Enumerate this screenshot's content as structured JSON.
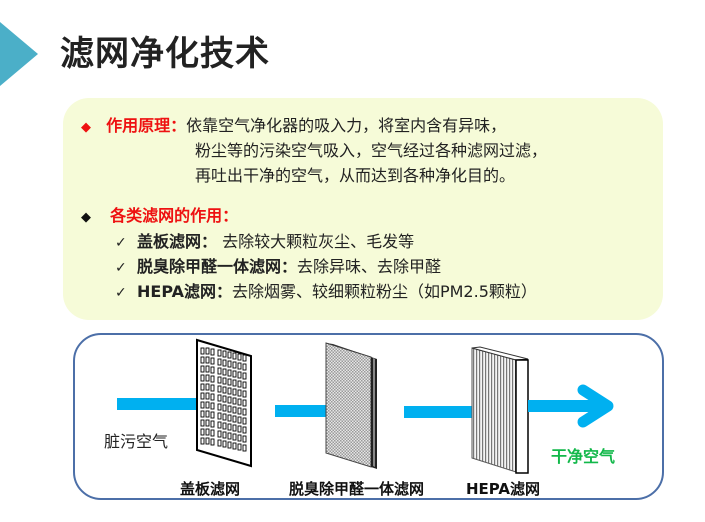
{
  "header": {
    "title": "滤网净化技术",
    "accent_color": "#4bafc8"
  },
  "principle": {
    "label": "作用原理：",
    "lines": [
      "依靠空气净化器的吸入力，将室内含有异味，",
      "粉尘等的污染空气吸入，空气经过各种滤网过滤，",
      "再吐出干净的空气，从而达到各种净化目的。"
    ]
  },
  "filters_section": {
    "label": "各类滤网的作用：",
    "items": [
      {
        "name": "盖板滤网：",
        "desc": " 去除较大颗粒灰尘、毛发等"
      },
      {
        "name": "脱臭除甲醛一体滤网：",
        "desc": "去除异味、去除甲醛"
      },
      {
        "name": "HEPA滤网：",
        "desc": "去除烟雾、较细颗粒粉尘（如PM2.5颗粒）"
      }
    ]
  },
  "diagram": {
    "input_label": "脏污空气",
    "output_label": "干净空气",
    "filter_labels": [
      "盖板滤网",
      "脱臭除甲醛一体滤网",
      "HEPA滤网"
    ],
    "flow_color": "#00b0f0",
    "output_color": "#12b84a",
    "border_color": "#4c6fa8"
  },
  "icons": {
    "bullet": "◆",
    "check": "✓"
  }
}
